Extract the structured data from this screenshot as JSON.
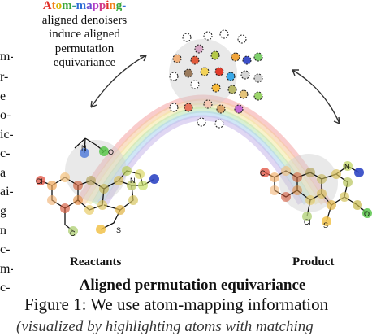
{
  "left_column_fragments": [
    "m-",
    "r-",
    "e",
    "o-",
    "ic-",
    "c-",
    "a",
    "ai-",
    "g",
    "n",
    "c-",
    "m-",
    "c-"
  ],
  "callout": {
    "word_parts": [
      {
        "text": "A",
        "color": "#e0302a"
      },
      {
        "text": "t",
        "color": "#f07f18"
      },
      {
        "text": "o",
        "color": "#d8b400"
      },
      {
        "text": "m",
        "color": "#3aa53a"
      },
      {
        "text": "-",
        "color": "#2a9a8a"
      },
      {
        "text": "m",
        "color": "#2f6fd6"
      },
      {
        "text": "a",
        "color": "#6a4bd1"
      },
      {
        "text": "p",
        "color": "#b03bc4"
      },
      {
        "text": "p",
        "color": "#d23b8c"
      },
      {
        "text": "i",
        "color": "#e0302a"
      },
      {
        "text": "n",
        "color": "#f07f18"
      },
      {
        "text": "g",
        "color": "#3aa53a"
      },
      {
        "text": "-",
        "color": "#2f6fd6"
      }
    ],
    "line2": "aligned denoisers",
    "line3": "induce aligned",
    "line4": "permutation",
    "line5": "equivariance"
  },
  "reactants_label": "Reactants",
  "product_label": "Product",
  "figure_title": "Aligned permutation equivariance",
  "figure_caption": "Figure 1: We use atom-mapping information",
  "caption_second_line": "(visualized by highlighting atoms with matching",
  "atom_labels": {
    "cl": "Cl",
    "n": "N",
    "s": "S",
    "o": "O"
  },
  "colors": {
    "rainbow": [
      "#f4a3a3",
      "#f6c79b",
      "#f3e7a0",
      "#b9e3b0",
      "#a9d2ee",
      "#c7b7ea"
    ],
    "arrow": "#333333"
  }
}
